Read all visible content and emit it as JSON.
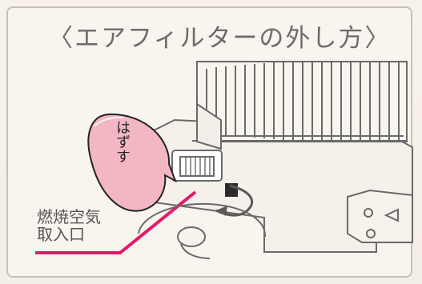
{
  "title": "〈エアフィルターの外し方〉",
  "callout": {
    "label_line1": "燃焼空気",
    "label_line2": "取入口",
    "balloon_text": "はずす"
  },
  "colors": {
    "accent_pink": "#e31a6a",
    "balloon_fill": "#f3b7c4",
    "line_gray": "#6a6a6a"
  },
  "icons": [
    "arrow-icon",
    "filter-icon"
  ]
}
